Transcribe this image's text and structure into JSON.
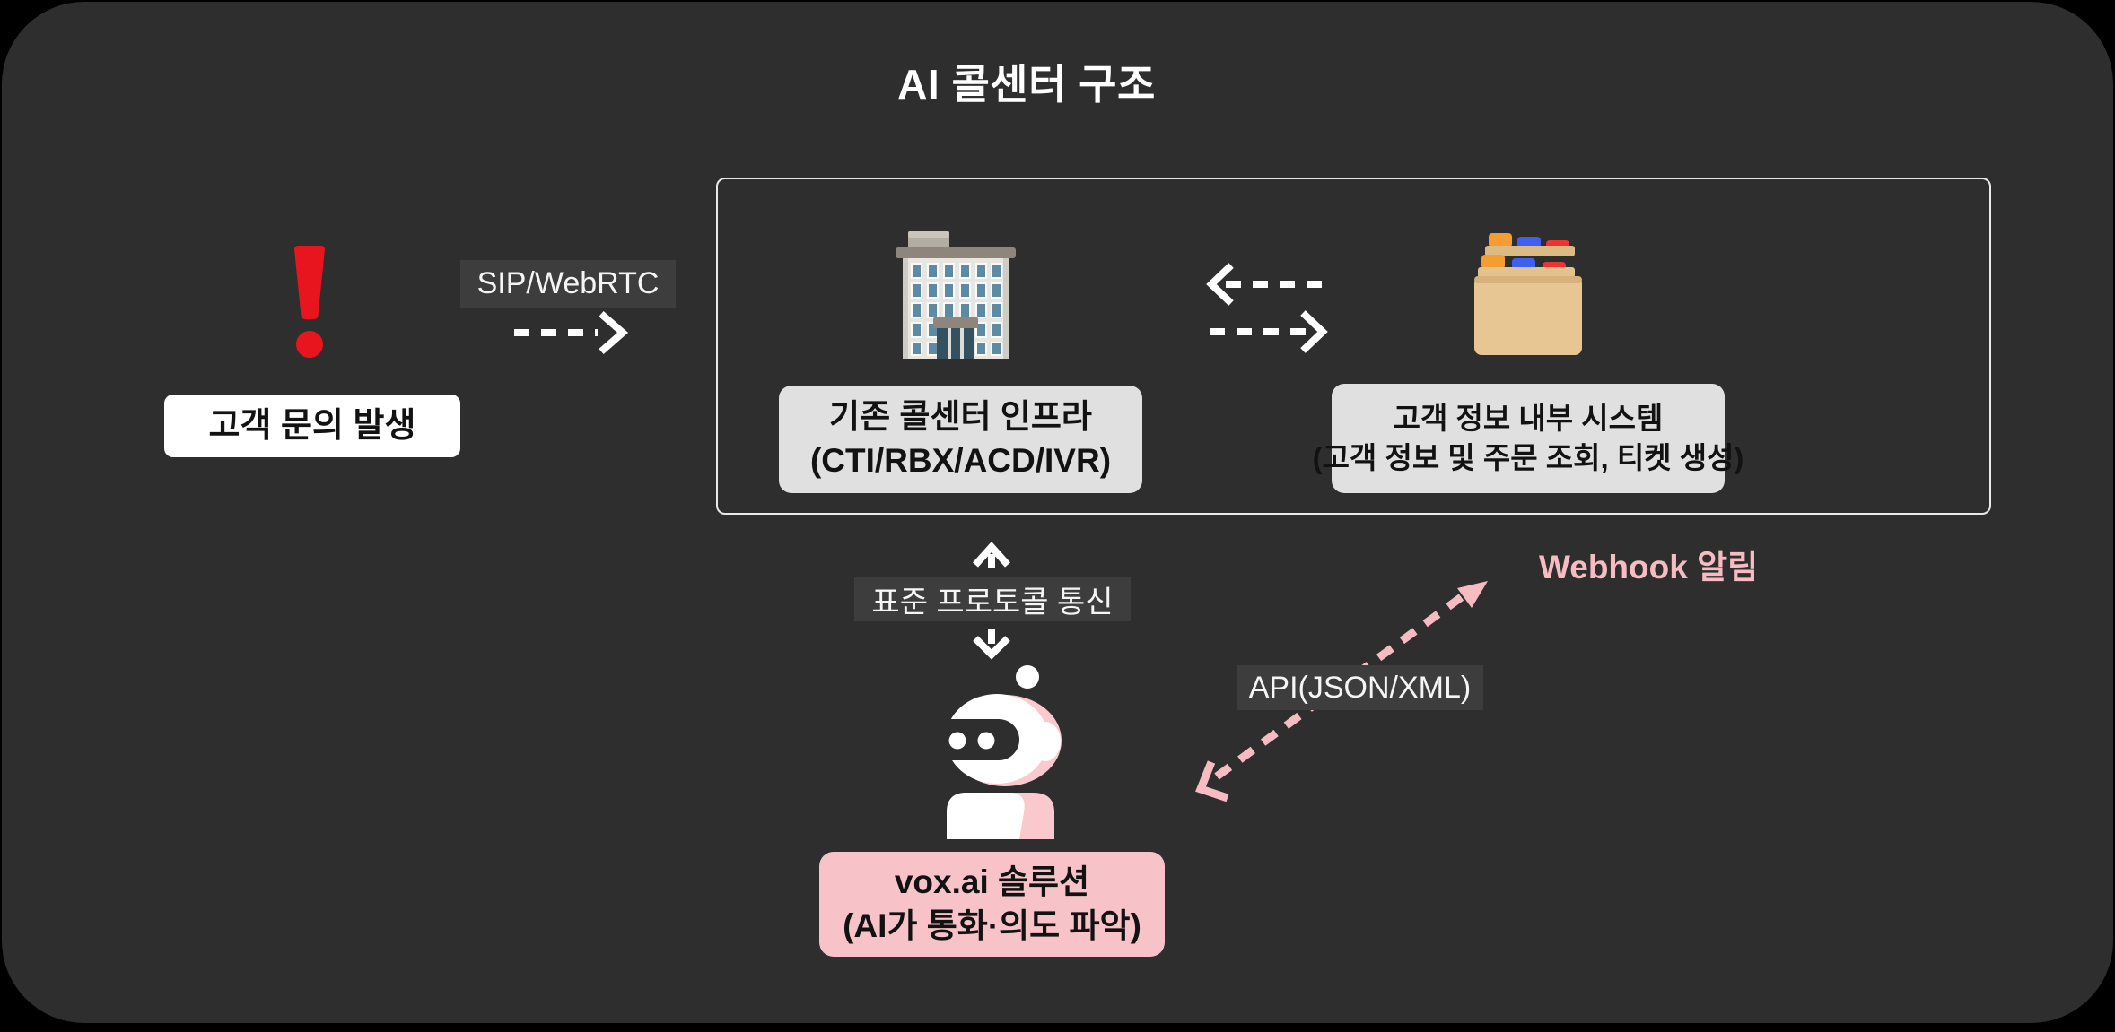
{
  "title": "AI 콜센터 구조",
  "nodes": {
    "customer_inquiry": {
      "label": "고객 문의 발생"
    },
    "callcenter_infra": {
      "line1": "기존 콜센터 인프라",
      "line2": "(CTI/RBX/ACD/IVR)"
    },
    "customer_system": {
      "line1": "고객 정보 내부 시스템",
      "line2": "(고객 정보 및 주문 조회, 티켓 생성)"
    },
    "voxai_solution": {
      "line1": "vox.ai 솔루션",
      "line2": "(AI가 통화·의도 파악)"
    }
  },
  "labels": {
    "sip": "SIP/WebRTC",
    "protocol": "표준 프로토콜 통신",
    "api": "API(JSON/XML)",
    "webhook": "Webhook 알림"
  },
  "icons": {
    "alert": "exclamation-mark-icon",
    "building": "office-building-icon",
    "card_file": "card-file-box-icon",
    "robot": "ai-robot-icon"
  },
  "colors": {
    "page_background": "#000000",
    "card_background": "#2e2e2e",
    "node_light_gray": "#e0e0e0",
    "node_white": "#ffffff",
    "node_pink": "#f8c3c8",
    "chip_background": "#3d3d3d",
    "chip_text": "#f5f5f5",
    "text_dark": "#121212",
    "title_text": "#ffffff",
    "accent_pink": "#f6bcc2",
    "alert_red": "#e8141e",
    "container_border": "#e9e9e9",
    "arrow_white": "#ffffff"
  }
}
